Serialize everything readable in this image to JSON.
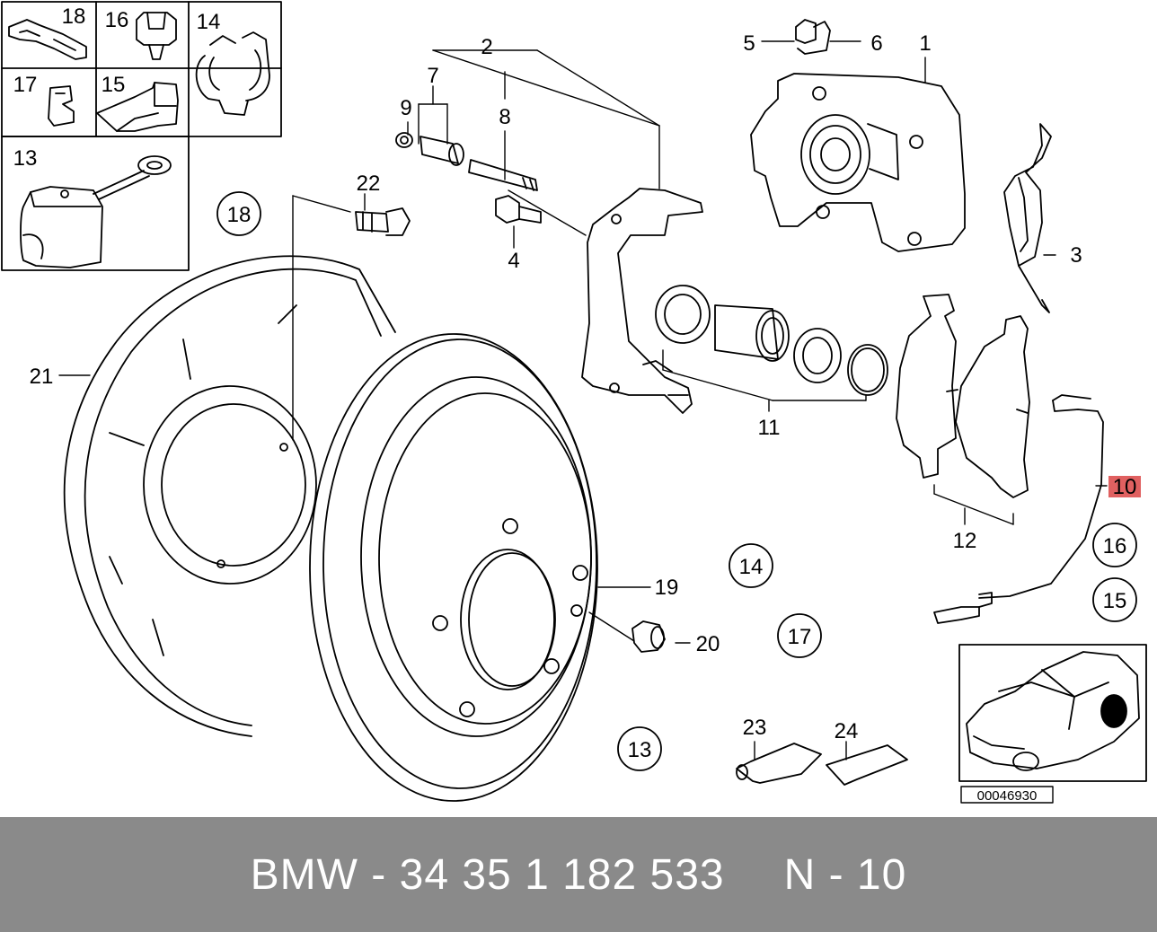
{
  "labels": {
    "n1": "1",
    "n2": "2",
    "n3": "3",
    "n4": "4",
    "n5": "5",
    "n6": "6",
    "n7": "7",
    "n8": "8",
    "n9": "9",
    "n10": "10",
    "n11": "11",
    "n12": "12",
    "n13": "13",
    "n14": "14",
    "n15": "15",
    "n16": "16",
    "n17": "17",
    "n18": "18",
    "n19": "19",
    "n20": "20",
    "n21": "21",
    "n22": "22",
    "n23": "23",
    "n24": "24"
  },
  "highlight_color": "#e06060",
  "inset_catalog_number": "00046930",
  "footer": {
    "part_text": "BMW - 34 35 1 182 533",
    "position_text": "N - 10"
  }
}
